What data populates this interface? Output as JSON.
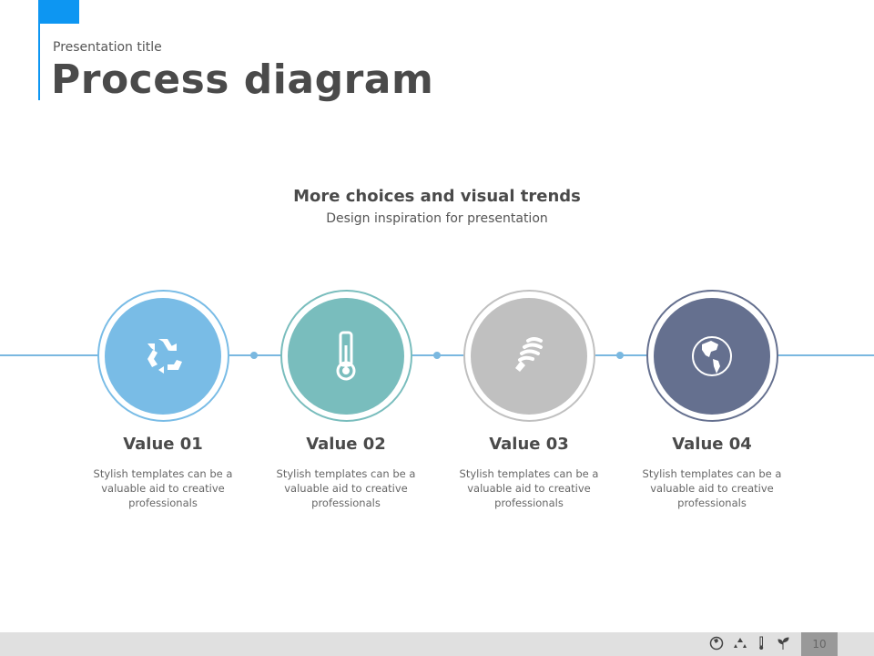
{
  "header": {
    "presentation_title": "Presentation title",
    "title": "Process diagram"
  },
  "intro": {
    "heading": "More choices and visual trends",
    "subtitle": "Design inspiration for presentation"
  },
  "steps": [
    {
      "title": "Value 01",
      "description": "Stylish templates can be a valuable aid to creative professionals",
      "icon": "recycle-icon",
      "color": "#79bce6",
      "ring": "#79bce6"
    },
    {
      "title": "Value 02",
      "description": "Stylish templates can be a valuable aid to creative professionals",
      "icon": "thermometer-icon",
      "color": "#79bdbd",
      "ring": "#79bdbd"
    },
    {
      "title": "Value 03",
      "description": "Stylish templates can be a valuable aid to creative professionals",
      "icon": "light-bulb-icon",
      "color": "#c0c0c0",
      "ring": "#c0c0c0"
    },
    {
      "title": "Value 04",
      "description": "Stylish templates can be a valuable aid to creative professionals",
      "icon": "globe-icon",
      "color": "#65708f",
      "ring": "#65708f"
    }
  ],
  "footer": {
    "page_number": "10"
  }
}
